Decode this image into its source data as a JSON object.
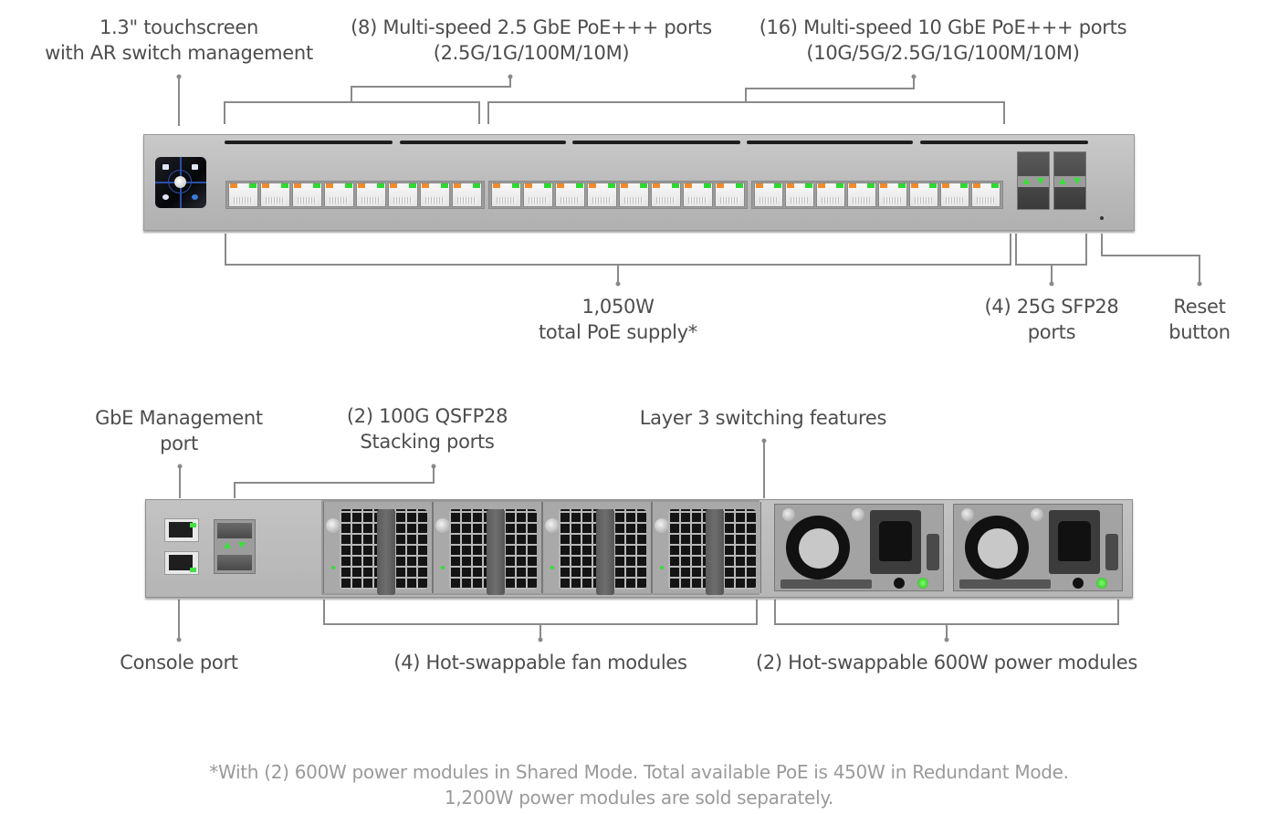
{
  "front_labels": {
    "touchscreen": [
      "1.3\" touchscreen",
      "with AR switch management"
    ],
    "ports_2_5g": [
      "(8) Multi-speed 2.5 GbE PoE+++ ports",
      "(2.5G/1G/100M/10M)"
    ],
    "ports_10g": [
      "(16) Multi-speed 10 GbE PoE+++ ports",
      "(10G/5G/2.5G/1G/100M/10M)"
    ],
    "poe_supply": [
      "1,050W",
      "total PoE supply*"
    ],
    "sfp28": [
      "(4) 25G SFP28",
      "ports"
    ],
    "reset": [
      "Reset",
      "button"
    ]
  },
  "rear_labels": {
    "mgmt_port": [
      "GbE Management",
      "port"
    ],
    "qsfp28": [
      "(2) 100G QSFP28",
      "Stacking ports"
    ],
    "layer3": [
      "Layer 3 switching features"
    ],
    "console": [
      "Console port"
    ],
    "fans": [
      "(4) Hot-swappable fan modules"
    ],
    "power": [
      "(2) Hot-swappable 600W power modules"
    ]
  },
  "footnote": [
    "*With (2) 600W power modules in Shared Mode. Total available PoE is 450W in Redundant Mode.",
    "1,200W power modules are sold separately."
  ],
  "device": {
    "rj45_port_groups": [
      8,
      8,
      8
    ],
    "sfp28_cages": 2,
    "fan_modules": 4,
    "power_modules": 2,
    "colors": {
      "link_led": "#2fd830",
      "poe_led": "#f08a2c",
      "screen_accent": "#2b4ea8"
    }
  }
}
